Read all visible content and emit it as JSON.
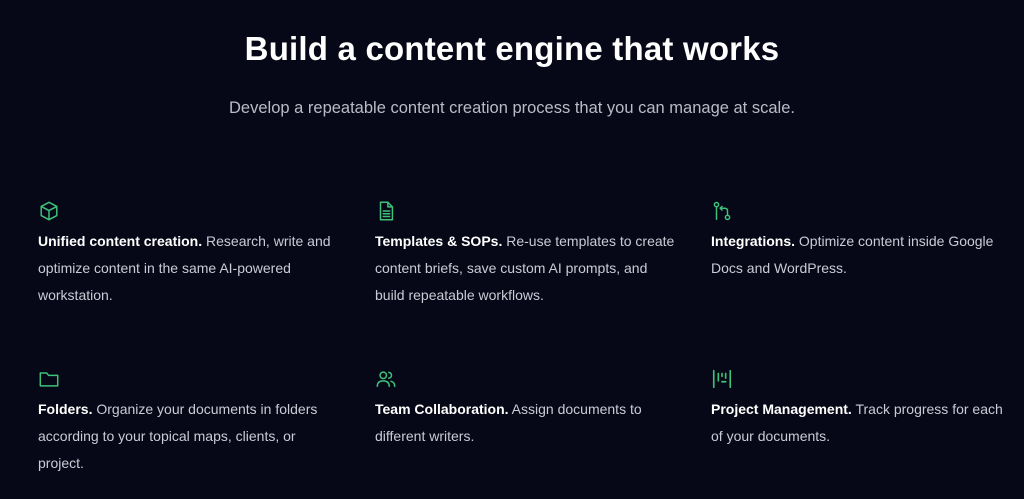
{
  "header": {
    "title": "Build a content engine that works",
    "subtitle": "Develop a repeatable content creation process that you can manage at scale."
  },
  "accent_color": "#3ec27a",
  "features": [
    {
      "icon": "cube-icon",
      "title": "Unified content creation.",
      "description": "Research, write and optimize content in the same AI-powered workstation."
    },
    {
      "icon": "document-icon",
      "title": "Templates & SOPs.",
      "description": "Re-use templates to create content briefs, save custom AI prompts, and build repeatable workflows."
    },
    {
      "icon": "git-branch-icon",
      "title": "Integrations.",
      "description": "Optimize content inside Google Docs and WordPress."
    },
    {
      "icon": "folder-icon",
      "title": "Folders.",
      "description": "Organize your documents in folders according to your topical maps, clients, or project."
    },
    {
      "icon": "users-icon",
      "title": "Team Collaboration.",
      "description": "Assign documents to different writers."
    },
    {
      "icon": "kanban-icon",
      "title": "Project Management.",
      "description": "Track progress for each of your documents."
    }
  ]
}
